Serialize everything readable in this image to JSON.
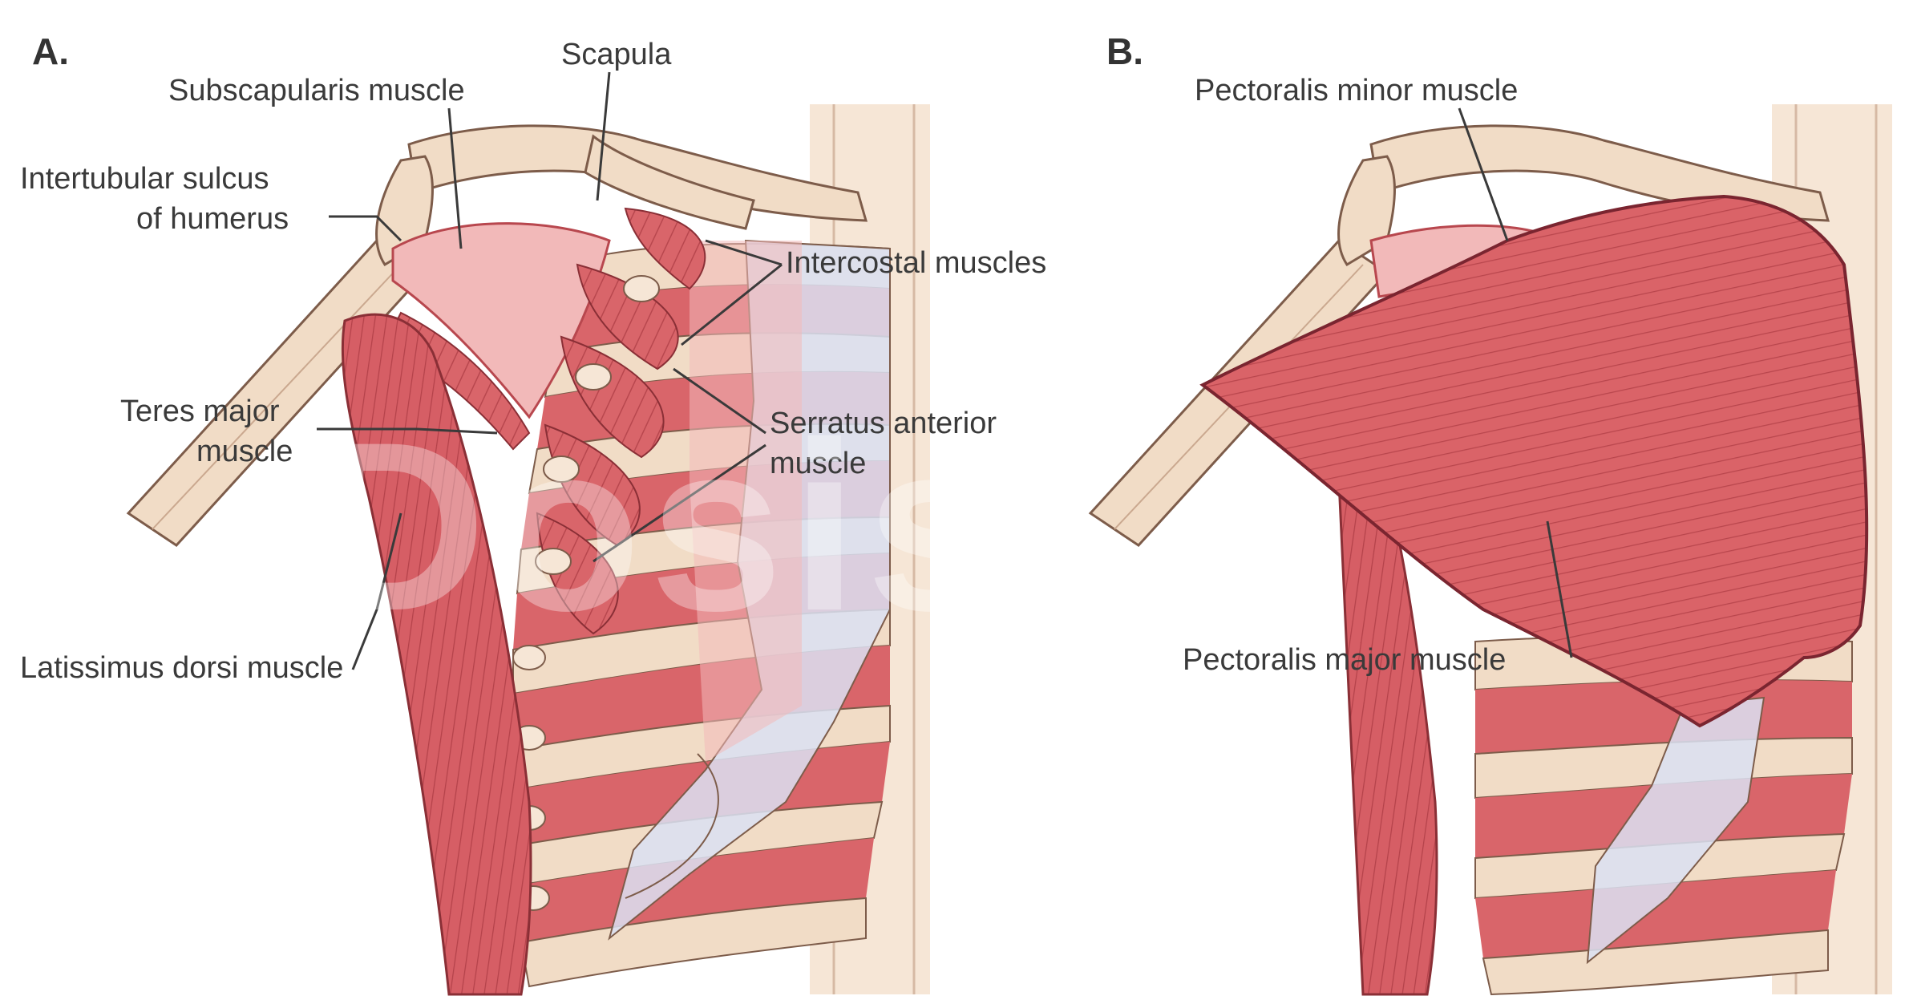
{
  "panels": [
    {
      "letter": "A.",
      "labels": {
        "scapula": "Scapula",
        "subscapularis": "Subscapularis muscle",
        "intertubular_1": "Intertubular sulcus",
        "intertubular_2": "of humerus",
        "intercostal": "Intercostal muscles",
        "teres_1": "Teres major",
        "teres_2": "muscle",
        "serratus_1": "Serratus anterior",
        "serratus_2": "muscle",
        "latissimus": "Latissimus dorsi muscle"
      }
    },
    {
      "letter": "B.",
      "labels": {
        "pectoralis_minor": "Pectoralis minor muscle",
        "pectoralis_major": "Pectoralis major muscle"
      }
    }
  ],
  "colors": {
    "muscle": "#d9656a",
    "muscle_dark": "#b8474e",
    "muscle_light": "#f2b9b9",
    "bone": "#f1dcc6",
    "bone_edge": "#7d5c4a",
    "cartilage": "#dbe0f2",
    "text": "#3a3a3a"
  }
}
